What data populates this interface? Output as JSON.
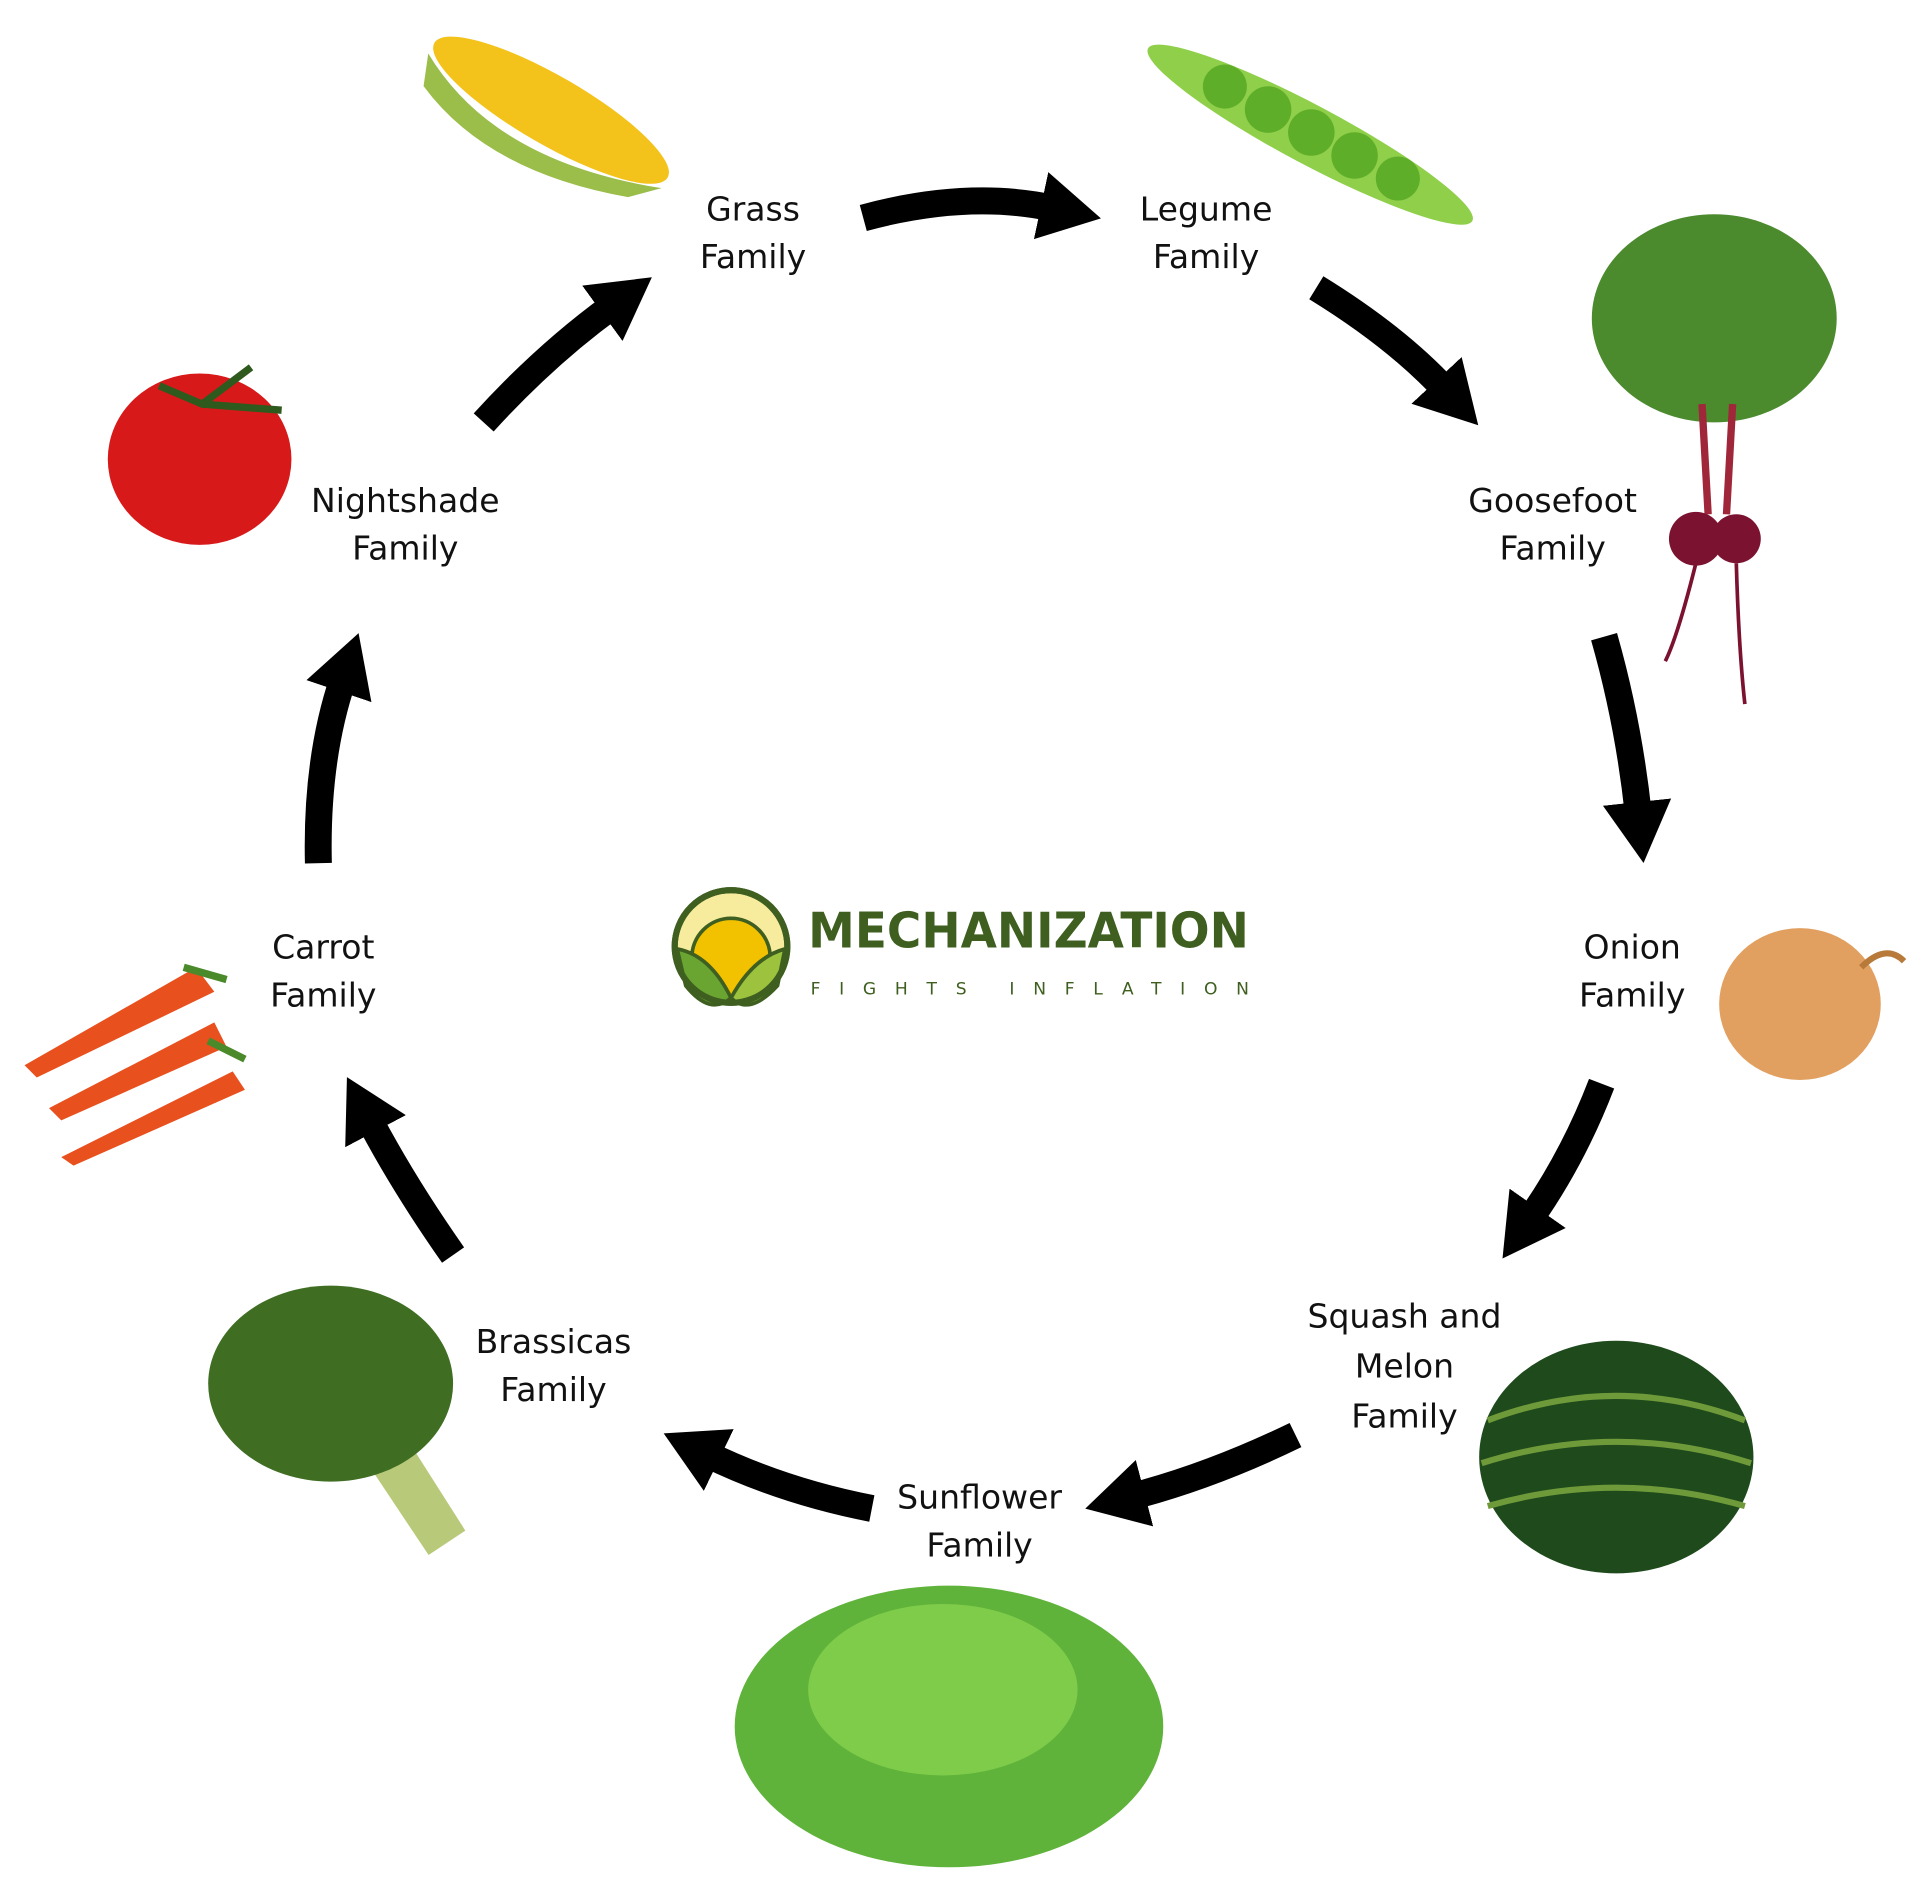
{
  "families": [
    {
      "line1": "Grass",
      "line2": "Family",
      "veg": "corn"
    },
    {
      "line1": "Legume",
      "line2": "Family",
      "veg": "pea-pod"
    },
    {
      "line1": "Goosefoot",
      "line2": "Family",
      "veg": "beet"
    },
    {
      "line1": "Onion",
      "line2": "Family",
      "veg": "onion"
    },
    {
      "line1": "Squash and",
      "line2": "Melon",
      "line3": "Family",
      "veg": "watermelon"
    },
    {
      "line1": "Sunflower",
      "line2": "Family",
      "veg": "lettuce"
    },
    {
      "line1": "Brassicas",
      "line2": "Family",
      "veg": "broccoli"
    },
    {
      "line1": "Carrot",
      "line2": "Family",
      "veg": "carrot"
    },
    {
      "line1": "Nightshade",
      "line2": "Family",
      "veg": "tomato"
    }
  ],
  "logo": {
    "name": "MECHANIZATION",
    "tagline": "FIGHTS INFLATION",
    "colors": {
      "dark": "#3e5f1f",
      "sun": "#f2c100",
      "leaf": "#6aa532"
    }
  }
}
